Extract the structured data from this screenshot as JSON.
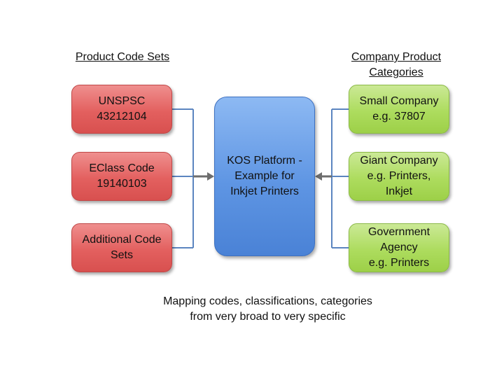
{
  "left_heading": "Product Code Sets",
  "right_heading": {
    "line1": "Company Product",
    "line2": "Categories"
  },
  "code_sets": [
    {
      "line1": "UNSPSC",
      "line2": "43212104"
    },
    {
      "line1": "EClass Code",
      "line2": "19140103"
    },
    {
      "line1": "Additional Code",
      "line2": "Sets"
    }
  ],
  "platform": {
    "line1": "KOS Platform -",
    "line2": "Example for",
    "line3": "Inkjet Printers"
  },
  "companies": [
    {
      "line1": "Small Company",
      "line2": "e.g. 37807",
      "line3": ""
    },
    {
      "line1": "Giant Company",
      "line2": "e.g. Printers,",
      "line3": "Inkjet"
    },
    {
      "line1": "Government",
      "line2": "Agency",
      "line3": "e.g. Printers"
    }
  ],
  "caption": {
    "line1": "Mapping codes, classifications, categories",
    "line2": "from very broad to very specific"
  },
  "colors": {
    "code_set_fill": "#e3605f",
    "platform_fill": "#5e95e3",
    "company_fill": "#addc5e",
    "connector": "#5b85c0",
    "arrow": "#6d6d6d"
  }
}
